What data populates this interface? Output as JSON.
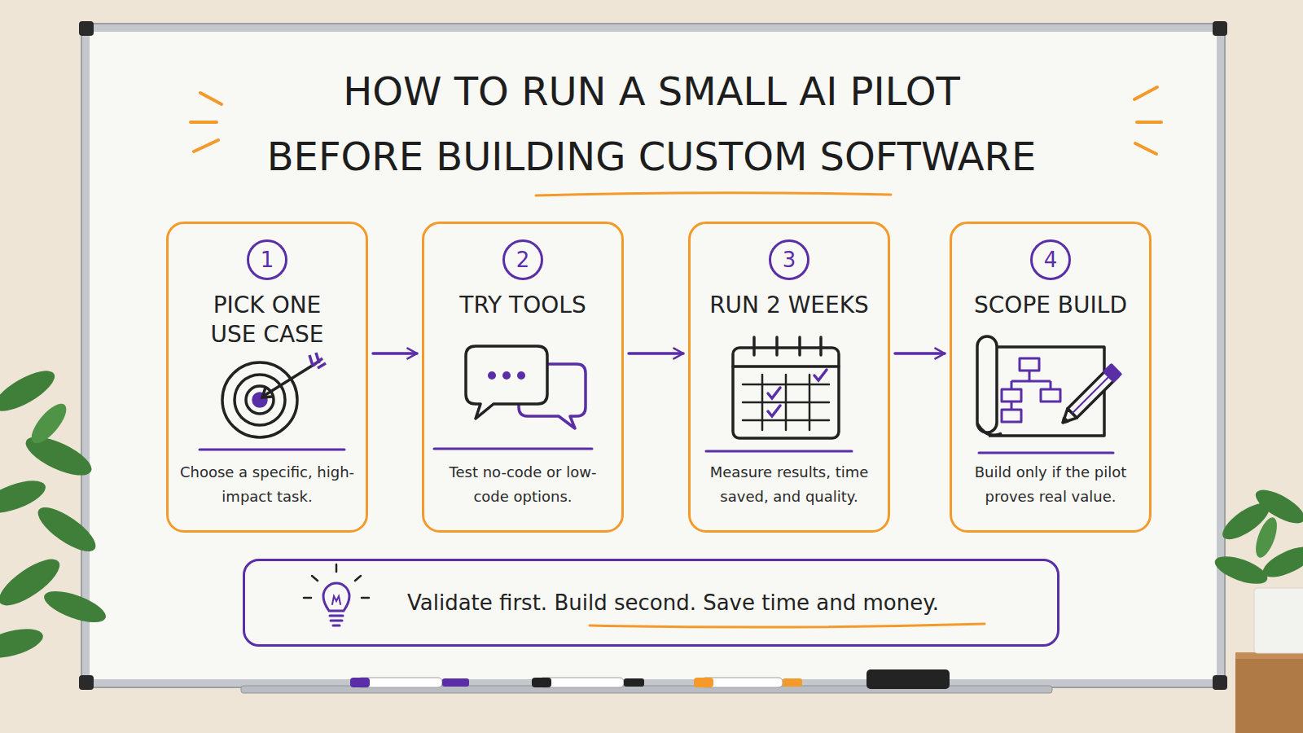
{
  "diagram": {
    "title": "HOW TO RUN A SMALL AI PILOT BEFORE BUILDING CUSTOM SOFTWARE",
    "nodes": [
      {
        "text": [
          "1",
          "PICK ONE USE CASE",
          "Choose a specific, high-impact task."
        ]
      },
      {
        "text": [
          "2",
          "TRY TOOLS",
          "Test no-code or low-code options."
        ]
      },
      {
        "text": [
          "3",
          "RUN 2 WEEKS",
          "Measure results, time saved, and quality."
        ]
      },
      {
        "text": [
          "4",
          "SCOPE BUILD",
          "Build only if the pilot proves real value."
        ]
      },
      {
        "text": [
          "Validate first. Build second. Save time and money."
        ]
      }
    ],
    "edges": [
      {
        "from": 0,
        "to": 1,
        "arrow": "to"
      },
      {
        "from": 1,
        "to": 2,
        "arrow": "to"
      },
      {
        "from": 2,
        "to": 3,
        "arrow": "to"
      }
    ]
  }
}
